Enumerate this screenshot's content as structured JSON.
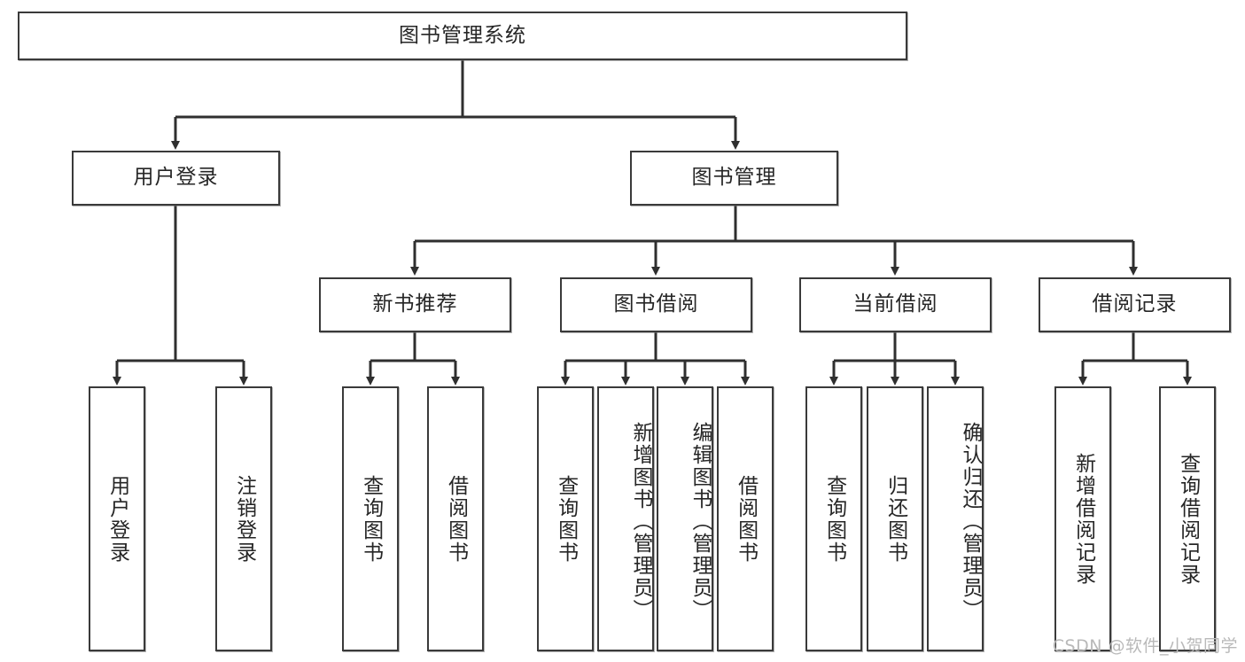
{
  "diagram": {
    "type": "tree",
    "title_node": {
      "label": "图书管理系统"
    },
    "level2": [
      {
        "label": "用户登录"
      },
      {
        "label": "图书管理"
      }
    ],
    "level3": [
      {
        "label": "新书推荐"
      },
      {
        "label": "图书借阅"
      },
      {
        "label": "当前借阅"
      },
      {
        "label": "借阅记录"
      }
    ],
    "leaves": {
      "user_login": [
        {
          "label": "用户登录"
        },
        {
          "label": "注销登录"
        }
      ],
      "new_book_recommend": [
        {
          "label": "查询图书"
        },
        {
          "label": "借阅图书"
        }
      ],
      "book_borrow": [
        {
          "label": "查询图书"
        },
        {
          "label": "新增图书（管理员）"
        },
        {
          "label": "编辑图书（管理员）"
        },
        {
          "label": "借阅图书"
        }
      ],
      "current_borrow": [
        {
          "label": "查询图书"
        },
        {
          "label": "归还图书"
        },
        {
          "label": "确认归还（管理员）"
        }
      ],
      "borrow_records": [
        {
          "label": "新增借阅记录"
        },
        {
          "label": "查询借阅记录"
        }
      ]
    }
  },
  "watermark": {
    "text": "CSDN @软件_小贺同学"
  },
  "colors": {
    "box_border": "#3a3a3a",
    "box_fill": "#ffffff",
    "text": "#262626",
    "connector": "#2f2f2f",
    "watermark": "#b9b9b9"
  }
}
